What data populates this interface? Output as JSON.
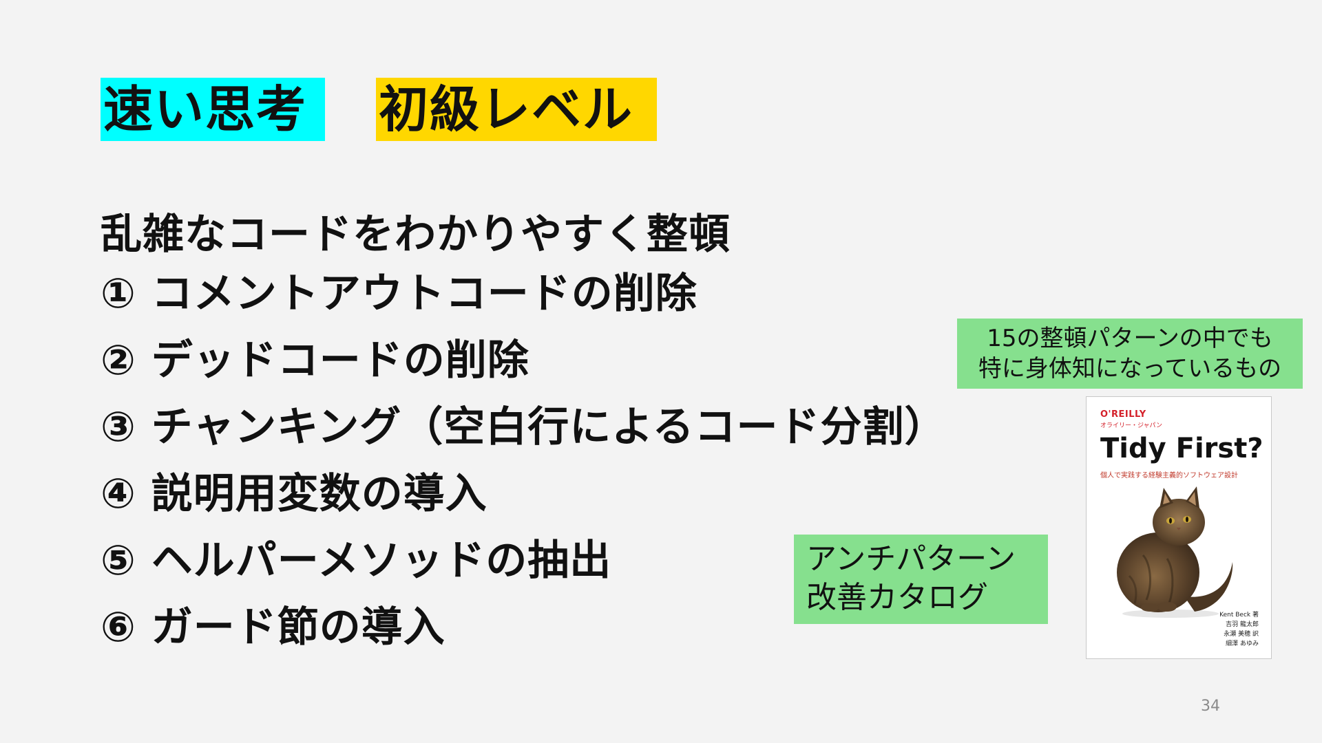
{
  "tags": {
    "fast_thinking": "速い思考",
    "level": "初級レベル"
  },
  "subtitle": "乱雑なコードをわかりやすく整頓",
  "items": [
    "① コメントアウトコードの削除",
    "② デッドコードの削除",
    "③ チャンキング（空白行によるコード分割）",
    "④ 説明用変数の導入",
    "⑤ ヘルパーメソッドの抽出",
    "⑥ ガード節の導入"
  ],
  "notes": {
    "patterns": [
      "15の整頓パターンの中でも",
      "特に身体知になっているもの"
    ],
    "catalog": [
      "アンチパターン",
      "改善カタログ"
    ]
  },
  "book": {
    "publisher": "O'REILLY",
    "publisher_ja": "オライリー・ジャパン",
    "title": "Tidy First?",
    "subtitle": "個人で実践する経験主義的ソフトウェア設計",
    "authors": [
      "Kent Beck 著",
      "吉羽 龍太郎",
      "永瀬 美穂 訳",
      "細澤 あゆみ"
    ]
  },
  "page_number": "34",
  "colors": {
    "background": "#f3f3f3",
    "tag_fast": "#00ffff",
    "tag_level": "#ffd700",
    "note": "#86e08e"
  }
}
